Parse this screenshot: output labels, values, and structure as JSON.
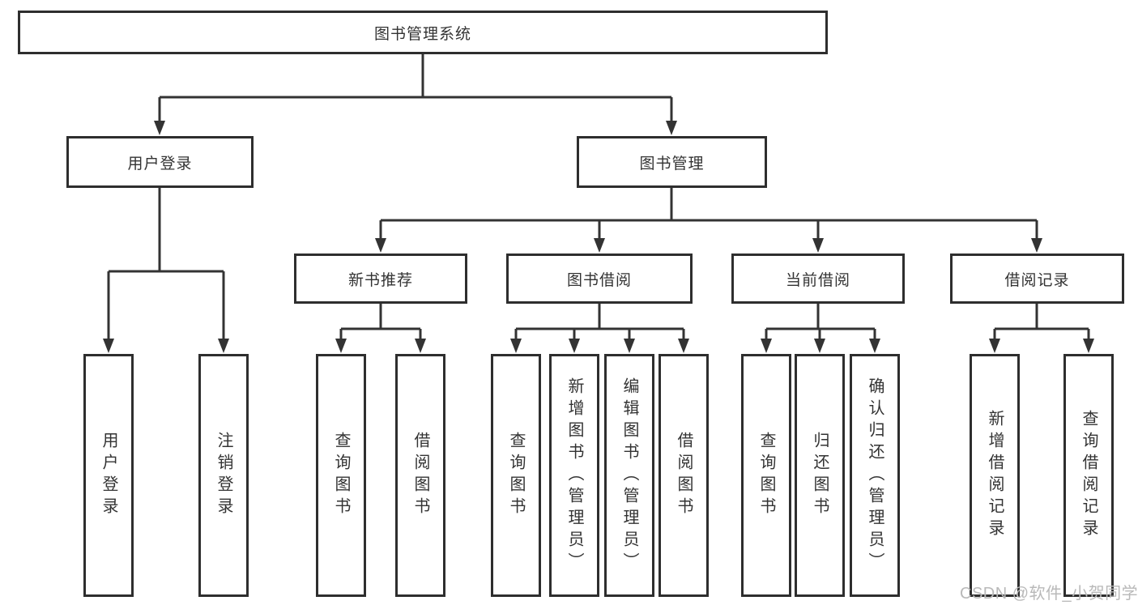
{
  "tree": {
    "root": {
      "label": "图书管理系统",
      "children": [
        {
          "label": "用户登录",
          "children": [
            {
              "label": "用户登录"
            },
            {
              "label": "注销登录"
            }
          ]
        },
        {
          "label": "图书管理",
          "children": [
            {
              "label": "新书推荐",
              "children": [
                {
                  "label": "查询图书"
                },
                {
                  "label": "借阅图书"
                }
              ]
            },
            {
              "label": "图书借阅",
              "children": [
                {
                  "label": "查询图书"
                },
                {
                  "label": "新增图书（管理员）"
                },
                {
                  "label": "编辑图书（管理员）"
                },
                {
                  "label": "借阅图书"
                }
              ]
            },
            {
              "label": "当前借阅",
              "children": [
                {
                  "label": "查询图书"
                },
                {
                  "label": "归还图书"
                },
                {
                  "label": "确认归还（管理员）"
                }
              ]
            },
            {
              "label": "借阅记录",
              "children": [
                {
                  "label": "新增借阅记录"
                },
                {
                  "label": "查询借阅记录"
                }
              ]
            }
          ]
        }
      ]
    }
  },
  "watermark": {
    "text": "CSDN @软件_小贺同学"
  },
  "colors": {
    "line": "#333333",
    "box_border": "#2e2e2e",
    "text": "#333333",
    "watermark": "#b9b9b9",
    "background": "#ffffff"
  }
}
